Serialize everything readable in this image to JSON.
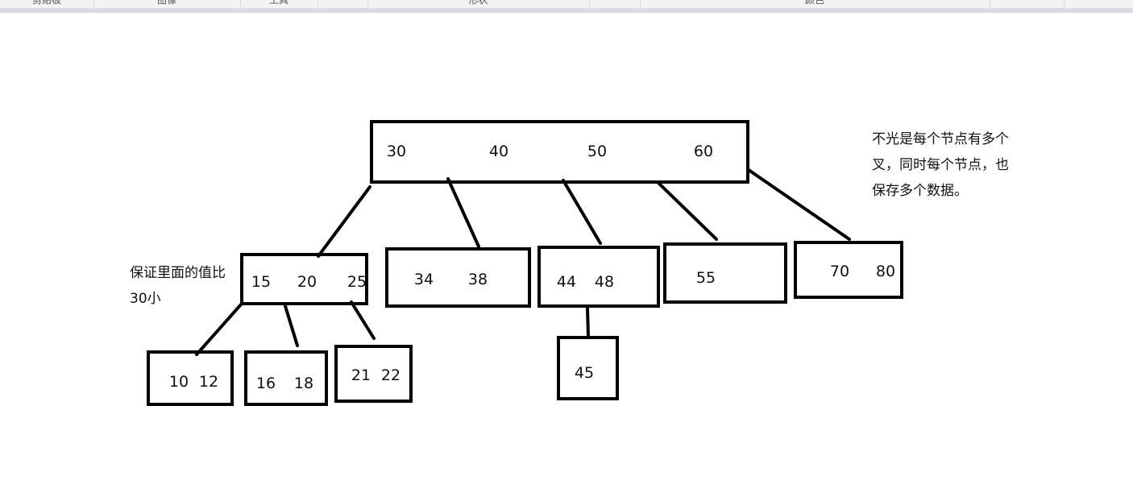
{
  "ribbon": {
    "groups": [
      "剪贴板",
      "图像",
      "工具",
      "",
      "形状",
      "",
      "颜色",
      ""
    ]
  },
  "diagram": {
    "nodes": [
      {
        "id": "root",
        "keys": [
          "30",
          "40",
          "50",
          "60"
        ]
      },
      {
        "id": "c1",
        "keys": [
          "15",
          "20",
          "25"
        ]
      },
      {
        "id": "c2",
        "keys": [
          "34",
          "38"
        ]
      },
      {
        "id": "c3",
        "keys": [
          "44",
          "48"
        ]
      },
      {
        "id": "c4",
        "keys": [
          "55"
        ]
      },
      {
        "id": "c5",
        "keys": [
          "70",
          "80"
        ]
      },
      {
        "id": "g1",
        "keys": [
          "10",
          "12"
        ]
      },
      {
        "id": "g2",
        "keys": [
          "16",
          "18"
        ]
      },
      {
        "id": "g3",
        "keys": [
          "21",
          "22"
        ]
      },
      {
        "id": "g4",
        "keys": [
          "45"
        ]
      }
    ],
    "edges": [
      [
        "root",
        "c1"
      ],
      [
        "root",
        "c2"
      ],
      [
        "root",
        "c3"
      ],
      [
        "root",
        "c4"
      ],
      [
        "root",
        "c5"
      ],
      [
        "c1",
        "g1"
      ],
      [
        "c1",
        "g2"
      ],
      [
        "c1",
        "g3"
      ],
      [
        "c3",
        "g4"
      ]
    ]
  },
  "notes": {
    "left": "保证里面的值比\n30小",
    "right": "不光是每个节点有多个\n叉，同时每个节点，也\n保存多个数据。"
  }
}
